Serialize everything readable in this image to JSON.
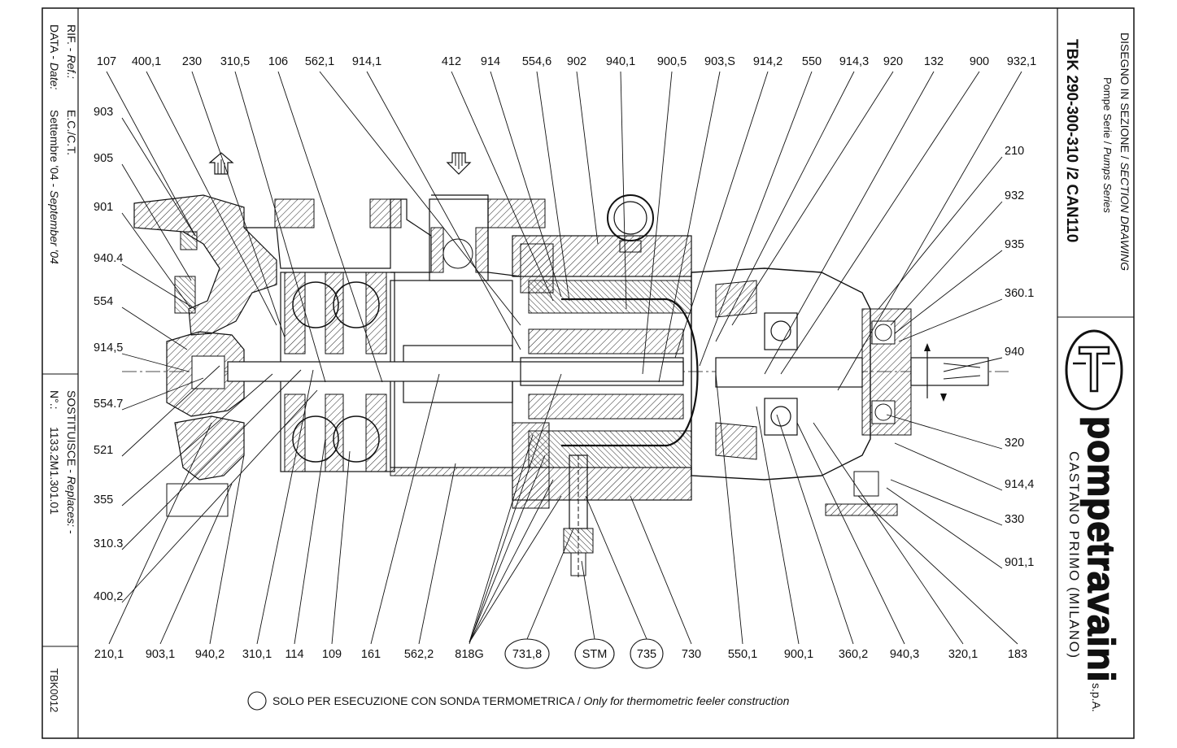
{
  "title_block": {
    "drawing_type": "DISEGNO IN SEZIONE / ",
    "drawing_type_en": "SECTION DRAWING",
    "series": "Pompe Serie / ",
    "series_en": "Pumps Series",
    "model": "TBK 290-300-310 /2 CAN110",
    "brand": "pompetravaini",
    "brand_suffix": "s.p.A.",
    "location": "CASTANO PRIMO   (MILANO)"
  },
  "left_block": {
    "ref_label": "RIF. - ",
    "ref_label_en": "Ref.:",
    "ref_value": "E.C./C.T.",
    "date_label": "DATA - ",
    "date_label_en": "Date:",
    "date_value": "Settembre '04 - ",
    "date_value_en": "September '04",
    "replaces_label": "SOSTITUISCE - ",
    "replaces_label_en": "Replaces:",
    "replaces_value": " -",
    "number_label": "N°.:",
    "number_value": "1133.2M1.301.01",
    "code": "TBK0012"
  },
  "footnote": {
    "it": "SOLO PER ESECUZIONE CON SONDA TERMOMETRICA / ",
    "en": "Only for thermometric feeler construction"
  },
  "labels": {
    "top": [
      "107",
      "400,1",
      "230",
      "310,5",
      "106",
      "562,1",
      "914,1",
      "412",
      "914",
      "554,6",
      "902",
      "940,1",
      "900,5",
      "903,S",
      "914,2",
      "550",
      "914,3",
      "920",
      "132",
      "900",
      "932,1"
    ],
    "left": [
      "903",
      "905",
      "901",
      "940.4",
      "554",
      "914,5",
      "554.7",
      "521",
      "355",
      "310.3",
      "400,2"
    ],
    "right": [
      "210",
      "932",
      "935",
      "360.1",
      "940",
      "320",
      "914,4",
      "330",
      "901,1"
    ],
    "bottom": [
      "210,1",
      "903,1",
      "940,2",
      "310,1",
      "114",
      "109",
      "161",
      "562,2",
      "818G",
      "731,8",
      "STM",
      "735",
      "730",
      "550,1",
      "900,1",
      "360,2",
      "940,3",
      "320,1",
      "183"
    ]
  }
}
